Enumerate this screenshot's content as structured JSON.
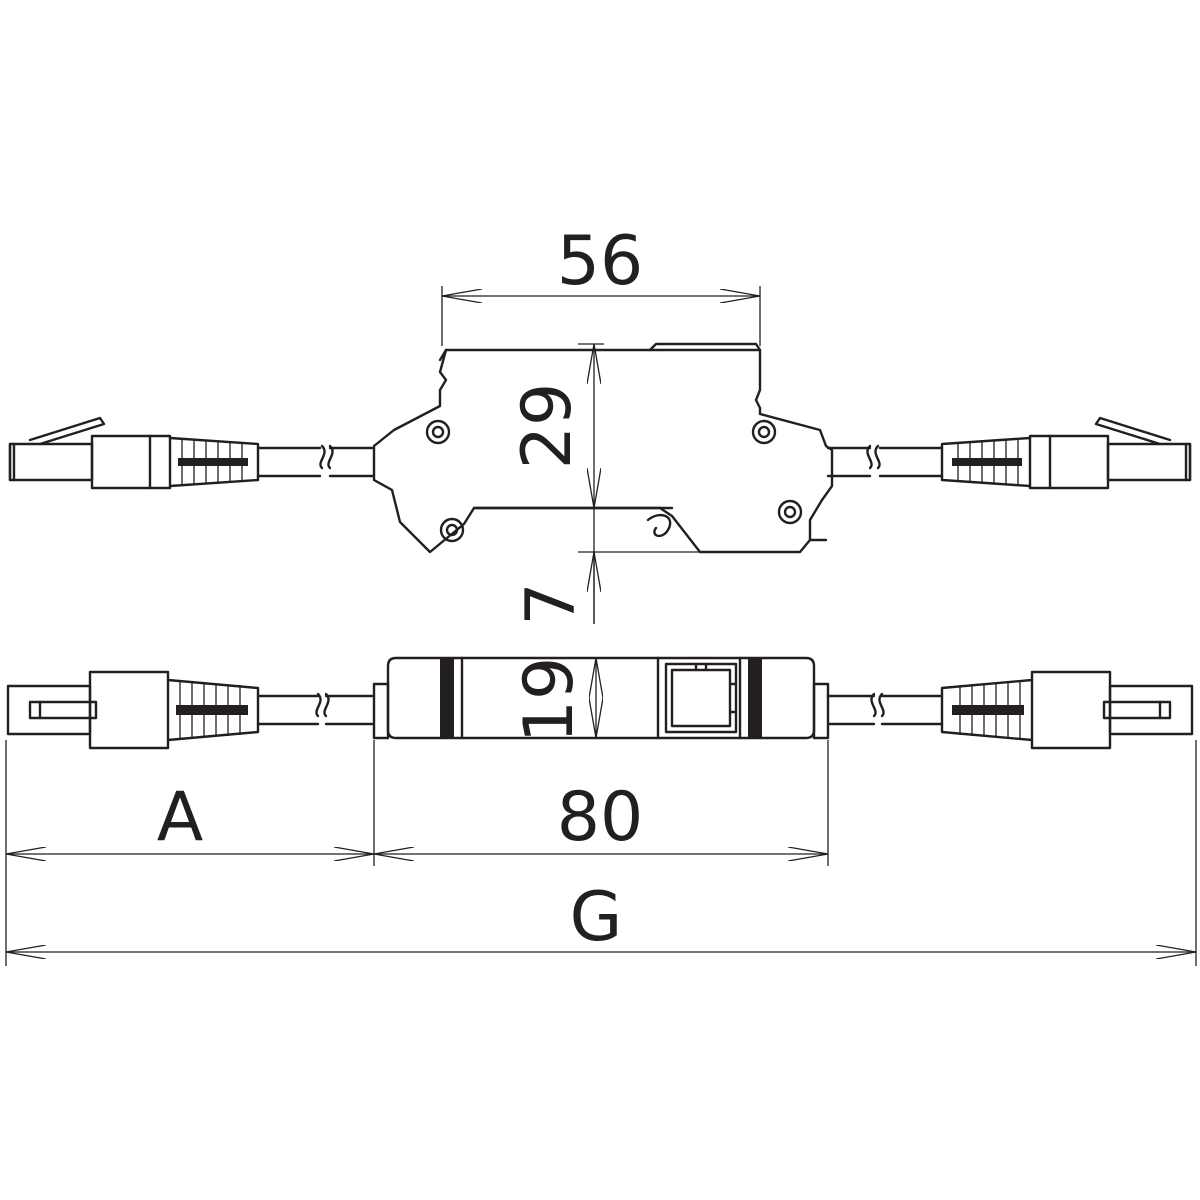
{
  "dimensions": {
    "width_top": "56",
    "height_top": "29",
    "rail_offset": "7",
    "height_bottom": "19",
    "body_length": "80",
    "cable_length": "A",
    "total_length": "G"
  },
  "colors": {
    "line": "#231f20",
    "background": "#ffffff"
  }
}
